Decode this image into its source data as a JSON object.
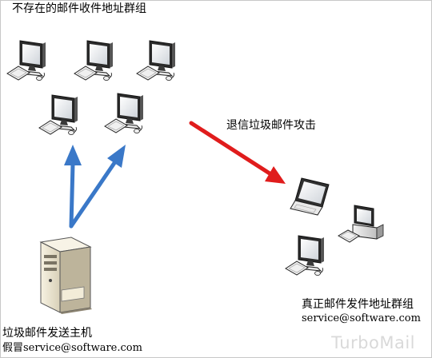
{
  "labels": {
    "fake_group": "不存在的邮件收件地址群组",
    "attack": "退信垃圾邮件攻击",
    "sender_host": "垃圾邮件发送主机",
    "sender_spoof": "假冒service@software.com",
    "real_group": "真正邮件发件地址群组",
    "real_address": "service@software.com",
    "watermark": "TurboMail"
  },
  "colors": {
    "blue_arrow": "#3a78c8",
    "red_arrow": "#e01c1c"
  },
  "icons": {
    "fake_group_computers": "desktop-computer-icon",
    "sender": "server-tower-icon",
    "real_laptop": "laptop-icon",
    "real_desktop": "desktop-computer-icon",
    "real_workstation": "workstation-icon"
  }
}
